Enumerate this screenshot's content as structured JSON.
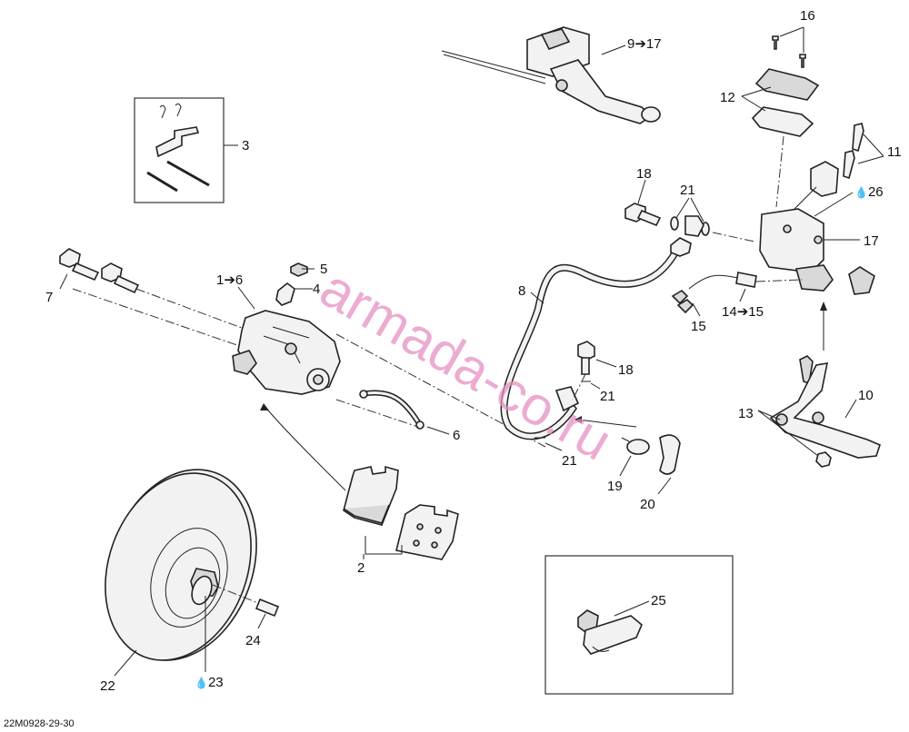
{
  "diagram": {
    "callouts": {
      "c1": "1",
      "c1_to": "6",
      "c2": "2",
      "c3": "3",
      "c4": "4",
      "c5": "5",
      "c6": "6",
      "c7": "7",
      "c8": "8",
      "c9": "9",
      "c9_to": "17",
      "c10": "10",
      "c11": "11",
      "c12": "12",
      "c13": "13",
      "c14": "14",
      "c14_to": "15",
      "c15": "15",
      "c16": "16",
      "c17": "17",
      "c18a": "18",
      "c18b": "18",
      "c19": "19",
      "c20": "20",
      "c21a": "21",
      "c21b": "21",
      "c21c": "21",
      "c22": "22",
      "c23": "23",
      "c24": "24",
      "c25": "25",
      "c26": "26"
    },
    "arrow_glyph": "➔",
    "drop_glyph": "💧",
    "watermark": "armada-co.ru",
    "reference_code": "22M0928-29-30",
    "icons": [
      "arrow-right-icon",
      "oil-drop-icon"
    ]
  }
}
